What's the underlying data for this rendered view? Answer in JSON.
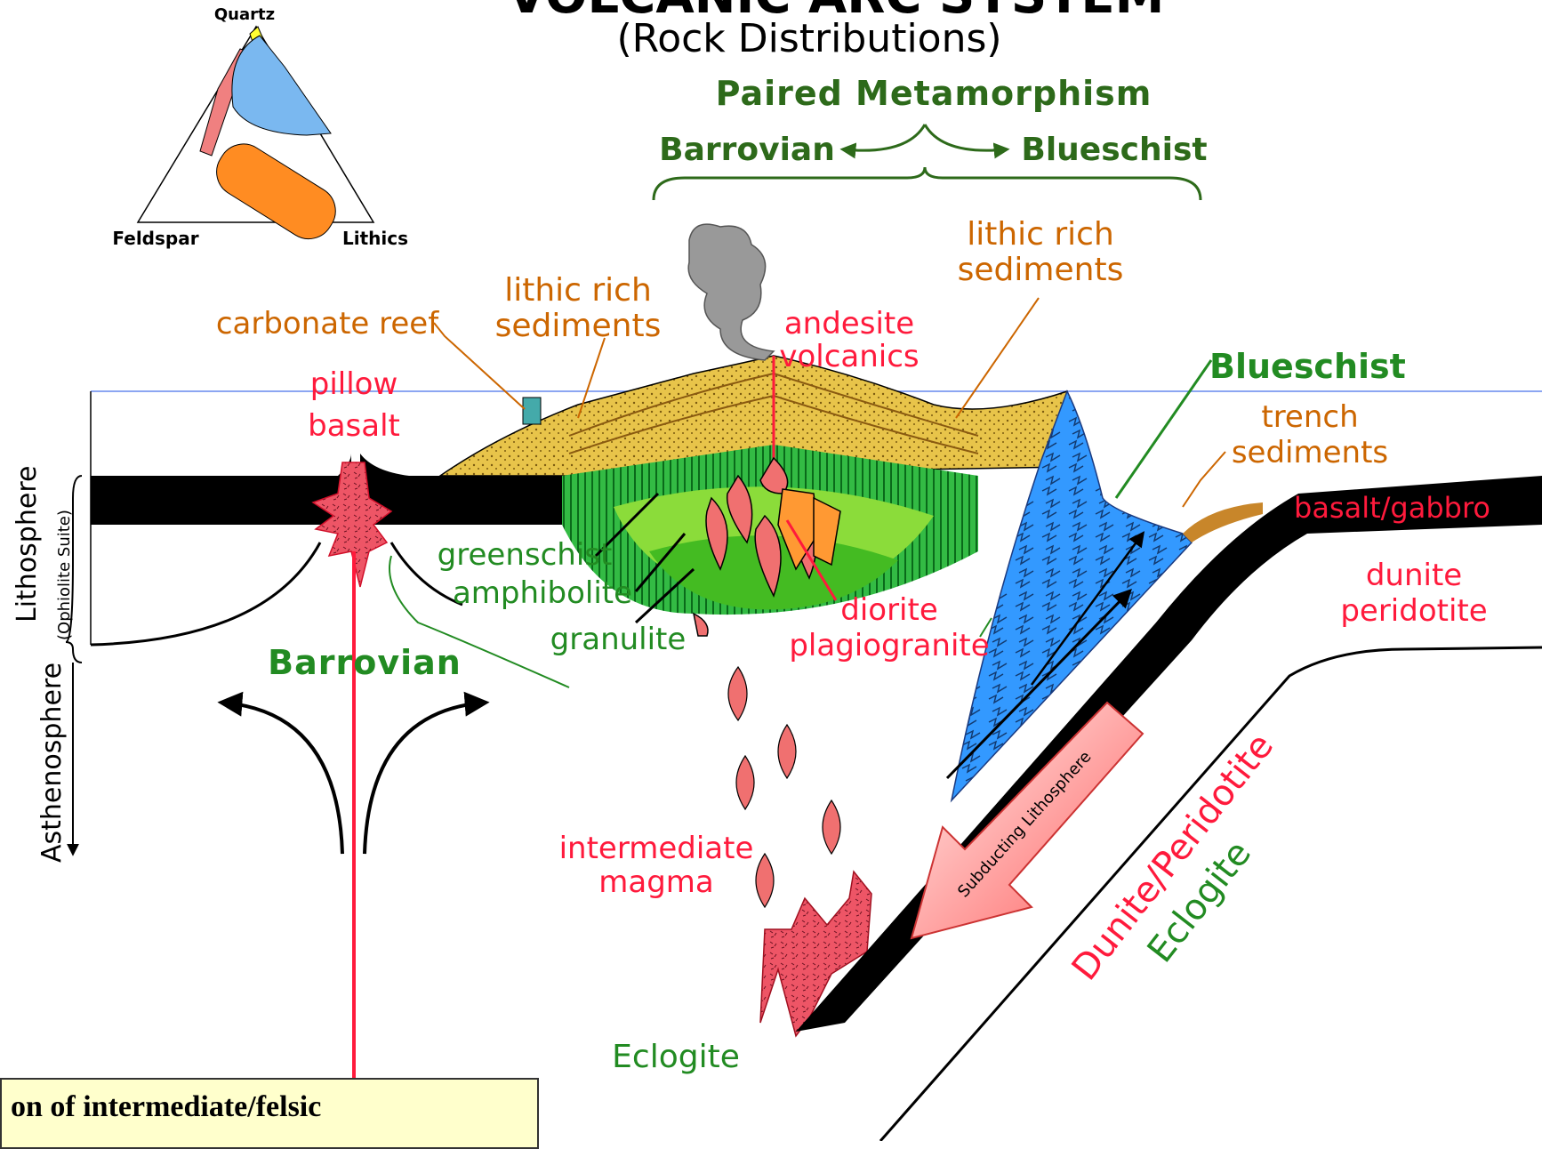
{
  "header": {
    "title_partial": "VOLCANIC ARC SYSTEM",
    "subtitle": "(Rock Distributions)"
  },
  "paired": {
    "title": "Paired Metamorphism",
    "left": "Barrovian",
    "right": "Blueschist"
  },
  "ternary": {
    "top": "Quartz",
    "bottom_left": "Feldspar",
    "bottom_right": "Lithics"
  },
  "axis": {
    "lithosphere": "Lithosphere",
    "ophiolite": "(Ophiolite Suite)",
    "asthenosphere": "Asthenosphere"
  },
  "labels": {
    "carbonate_reef": "carbonate reef",
    "lithic_rich_1": "lithic rich",
    "sediments_1": "sediments",
    "lithic_rich_2": "lithic rich",
    "sediments_2": "sediments",
    "andesite": "andesite",
    "volcanics": "volcanics",
    "pillow": "pillow",
    "basalt": "basalt",
    "blueschist": "Blueschist",
    "trench": "trench",
    "trench_sediments": "sediments",
    "basalt_gabbro": "basalt/gabbro",
    "dunite": "dunite",
    "peridotite": "peridotite",
    "greenschist": "greenschist",
    "amphibolite": "amphibolite",
    "granulite": "granulite",
    "diorite": "diorite",
    "plagiogranite": "plagiogranite",
    "barrovian": "Barrovian",
    "intermediate": "intermediate",
    "magma": "magma",
    "eclogite": "Eclogite",
    "subducting": "Subducting Lithosphere",
    "dunite_peridotite": "Dunite/Peridotite",
    "eclogite_2": "Eclogite"
  },
  "caption": {
    "text": "on of intermediate/felsic"
  },
  "colors": {
    "red_label": "#ff1a3c",
    "green_label": "#228b22",
    "orange_label": "#cc6600",
    "blueschist": "#3399ff",
    "greenschist": "#66cc33",
    "amphibolite": "#33cc33",
    "sediment": "#d9a34d",
    "crust": "#000000",
    "magma": "#f07070"
  }
}
